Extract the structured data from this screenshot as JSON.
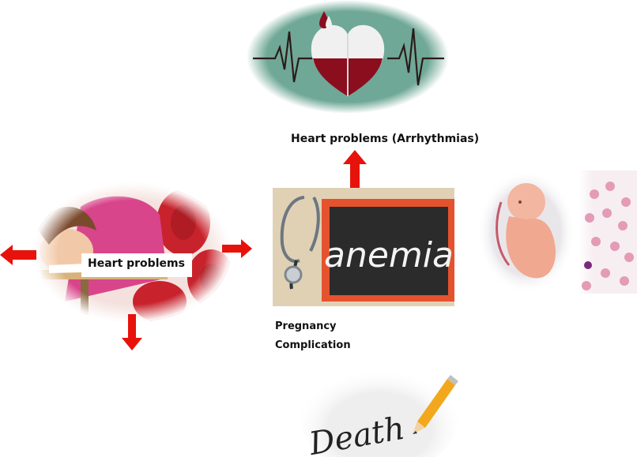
{
  "labels": {
    "top": "Heart problems (Arrhythmias)",
    "left": "Heart problems",
    "pregnancy_line1": "Pregnancy",
    "pregnancy_line2": "Complication"
  },
  "center": {
    "board_word": "anemia"
  },
  "bottom": {
    "handwritten_word": "Death"
  },
  "colors": {
    "arrow": "#e8120c",
    "heart_bg": "#6fa896",
    "blood": "#8b0e1e",
    "board_frame": "#e5522e",
    "board_bg": "#2b2b2b",
    "blood_cell": "#c8232c"
  },
  "icons": {
    "heart": "heart-ecg-icon",
    "stethoscope": "stethoscope-icon",
    "pencil": "pencil-icon",
    "fetus": "fetus-icon"
  }
}
